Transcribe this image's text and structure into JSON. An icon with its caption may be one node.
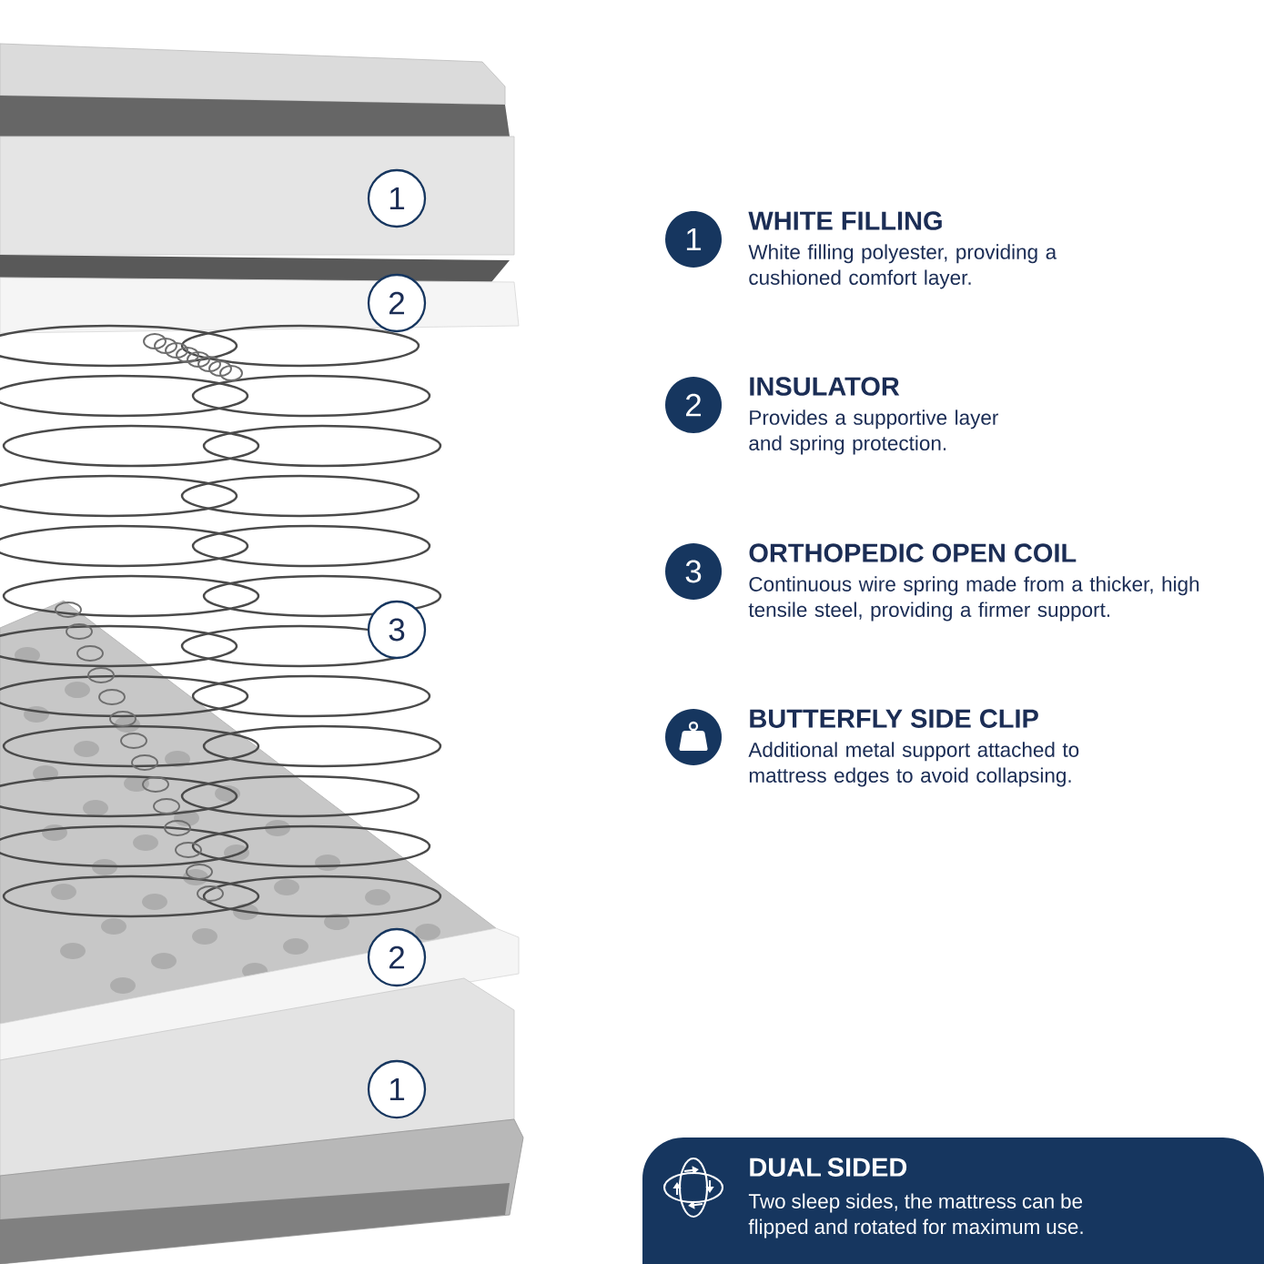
{
  "diagram": {
    "nodes": [
      {
        "text": [
          "1"
        ]
      },
      {
        "text": [
          "2"
        ]
      },
      {
        "text": [
          "3"
        ]
      },
      {
        "text": [
          "2"
        ]
      },
      {
        "text": [
          "1"
        ]
      },
      {
        "text": [
          "1"
        ],
        "beside": [
          "WHITE FILLING",
          "White filling polyester, providing a cushioned comfort layer."
        ]
      },
      {
        "text": [
          "2"
        ],
        "beside": [
          "INSULATOR",
          "Provides a supportive layer and spring protection."
        ]
      },
      {
        "text": [
          "3"
        ],
        "beside": [
          "ORTHOPEDIC OPEN COIL",
          "Continuous wire spring made from a thicker, high tensile steel, providing a firmer support."
        ]
      },
      {
        "text": [],
        "shape": "circle",
        "beside": [
          "BUTTERFLY SIDE CLIP",
          "Additional metal support attached to mattress edges to avoid collapsing."
        ]
      },
      {
        "text": [
          "DUAL SIDED",
          "Two sleep sides, the mattress can be flipped and rotated for maximum use."
        ]
      }
    ]
  }
}
